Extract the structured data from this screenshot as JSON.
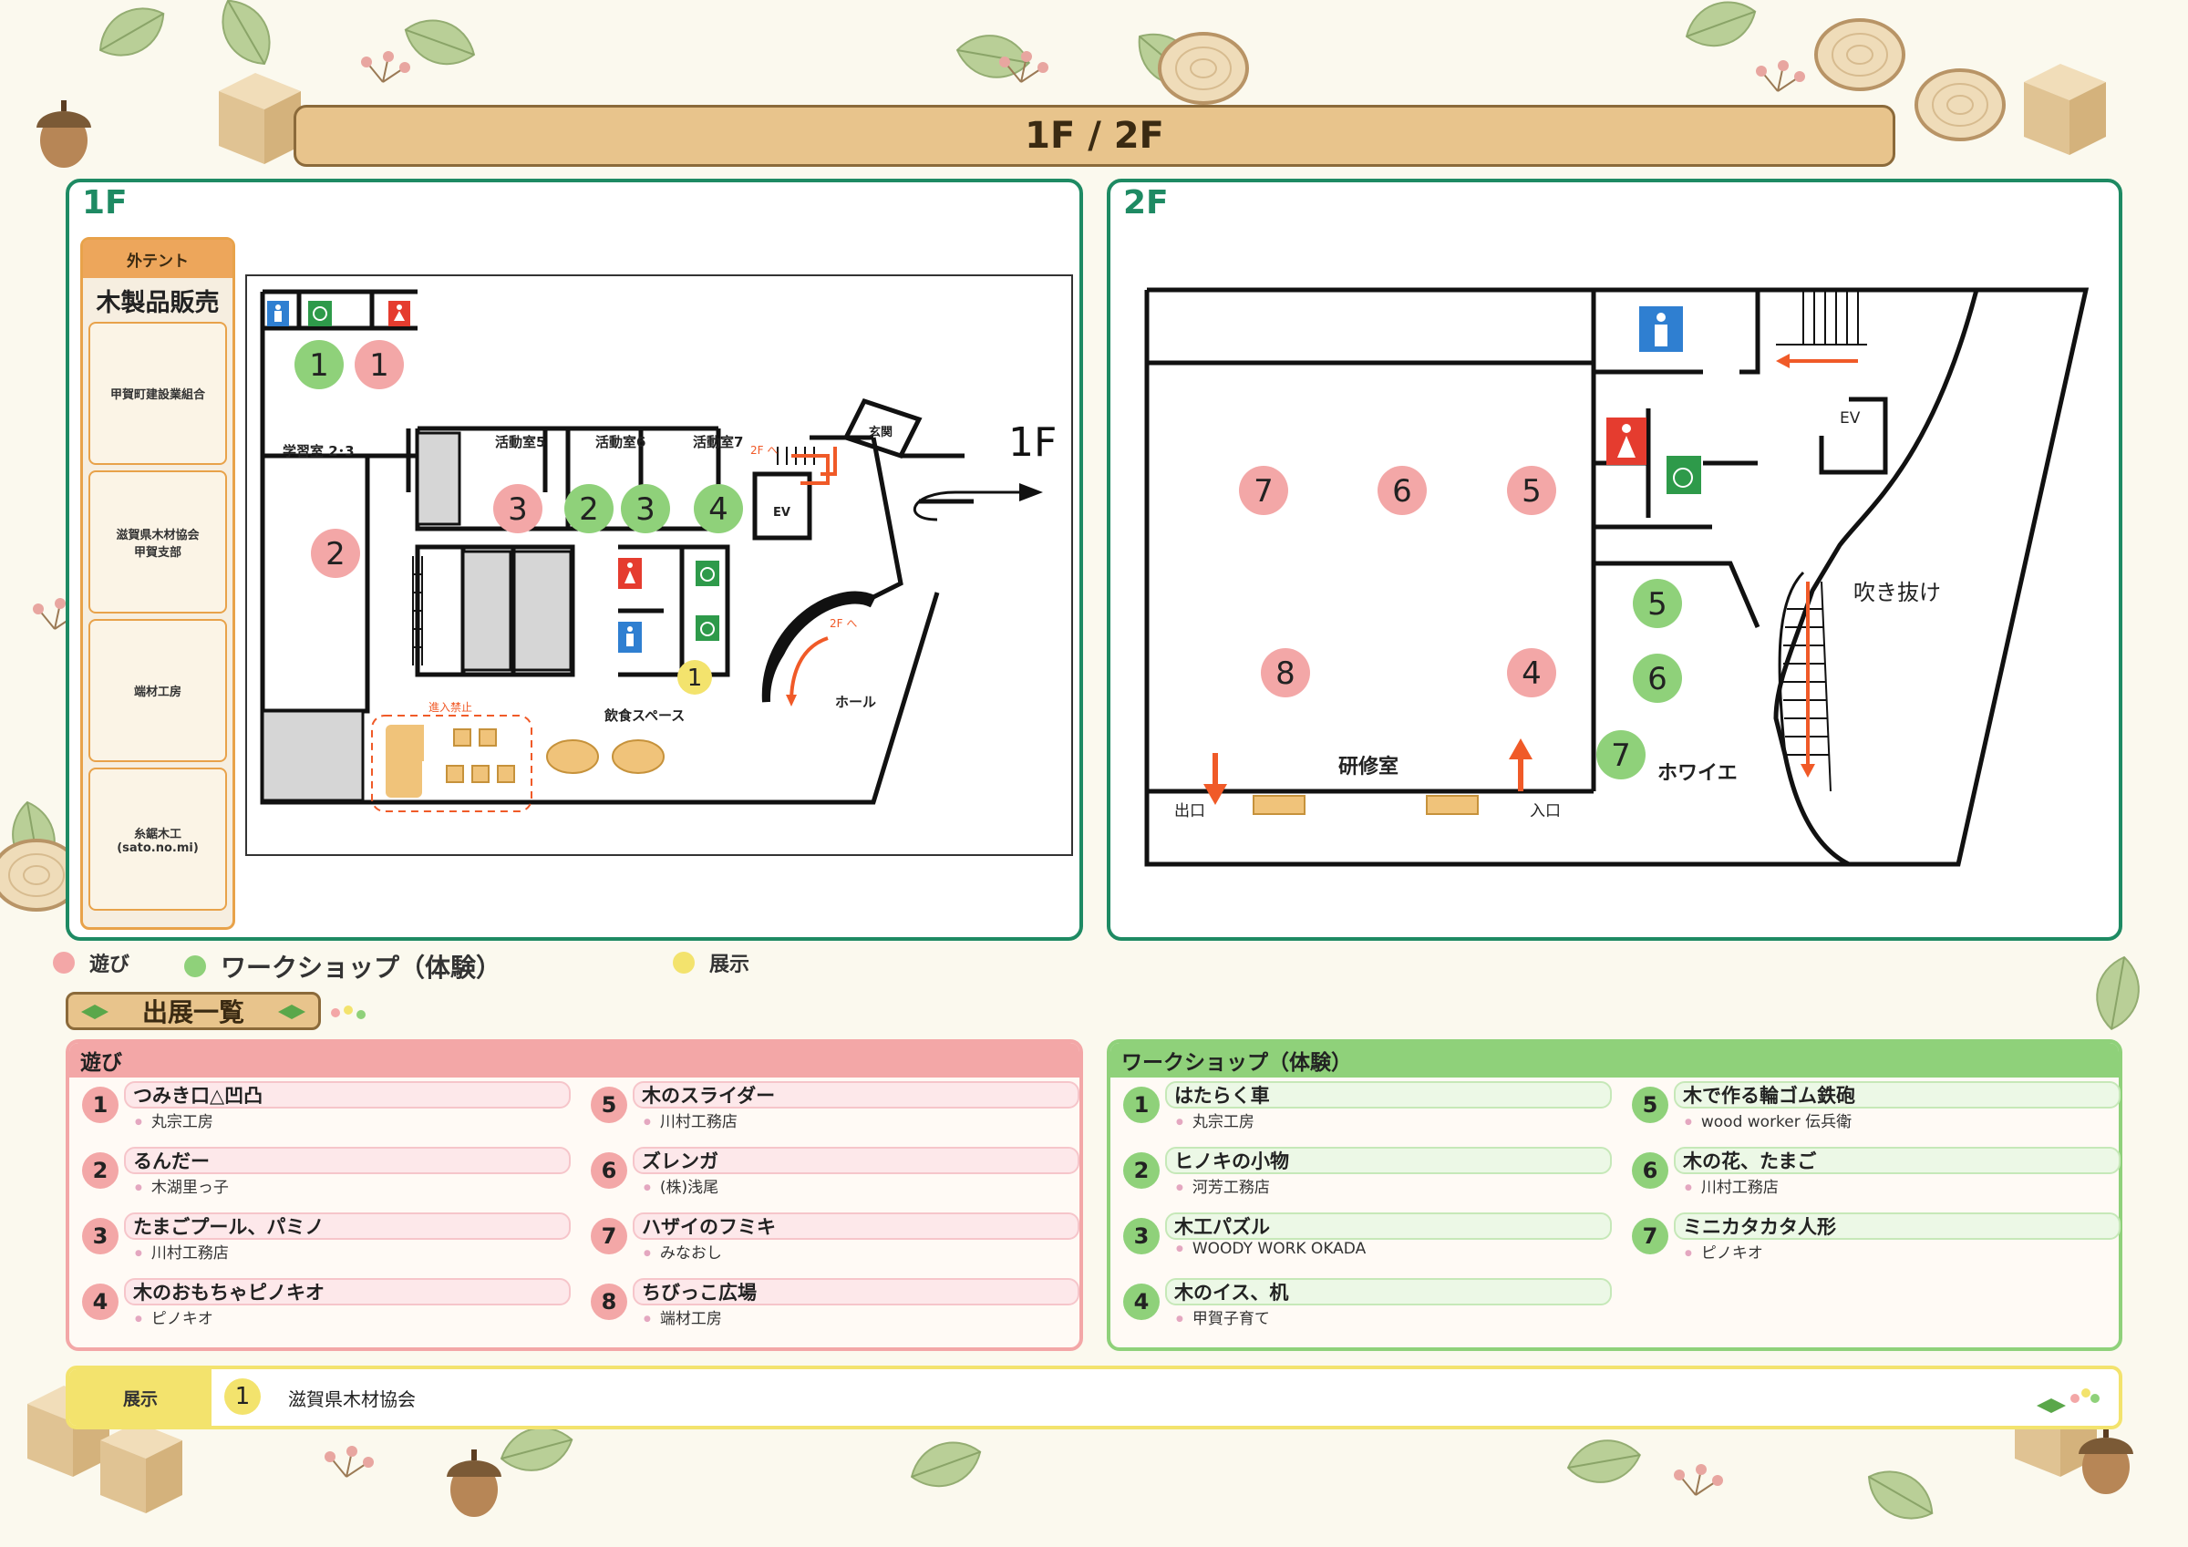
{
  "title": "1F / 2F",
  "floor1": {
    "label": "1F",
    "tent": {
      "header": "外テント",
      "title": "木製品販売",
      "slots": [
        "甲賀町建設業組合",
        "滋賀県木材協会\n甲賀支部",
        "端材工房",
        "糸鋸木工\n(sato.no.mi)"
      ]
    },
    "map": {
      "room_study": "学習室 2･3",
      "room_act5": "活動室5",
      "room_act6": "活動室6",
      "room_act7": "活動室7",
      "entrance": "玄関",
      "floor_mark": "1F",
      "ev": "EV",
      "to_2f_a": "2F へ",
      "to_2f_b": "2F へ",
      "hall": "ホール",
      "dining": "飲食スペース",
      "no_entry": "進入禁止"
    },
    "markers": {
      "pink_toilet": "1",
      "green_toilet": "1",
      "study": "2",
      "act5": "3",
      "act6a": "2",
      "act6b": "3",
      "act7": "4",
      "yellow": "1"
    }
  },
  "floor2": {
    "label": "2F",
    "map": {
      "ev": "EV",
      "atrium": "吹き抜け",
      "training_room": "研修室",
      "exit": "出口",
      "entry": "入口",
      "foyer": "ホワイエ"
    },
    "markers": {
      "p7": "7",
      "p6": "6",
      "p5": "5",
      "p8": "8",
      "p4": "4",
      "g5": "5",
      "g6": "6",
      "g7": "7"
    }
  },
  "legend": {
    "play": "遊び",
    "workshop": "ワークショップ（体験）",
    "display": "展示"
  },
  "exhibitor_heading": "出展一覧",
  "play_list": {
    "header": "遊び",
    "items": [
      {
        "num": "1",
        "name": "つみき口△凹凸",
        "org": "丸宗工房"
      },
      {
        "num": "2",
        "name": "るんだー",
        "org": "木湖里っ子"
      },
      {
        "num": "3",
        "name": "たまごプール、パミノ",
        "org": "川村工務店"
      },
      {
        "num": "4",
        "name": "木のおもちゃピノキオ",
        "org": "ピノキオ"
      },
      {
        "num": "5",
        "name": "木のスライダー",
        "org": "川村工務店"
      },
      {
        "num": "6",
        "name": "ズレンガ",
        "org": "(株)浅尾"
      },
      {
        "num": "7",
        "name": "ハザイのフミキ",
        "org": "みなおし"
      },
      {
        "num": "8",
        "name": "ちびっこ広場",
        "org": "端材工房"
      }
    ]
  },
  "workshop_list": {
    "header": "ワークショップ（体験）",
    "items": [
      {
        "num": "1",
        "name": "はたらく車",
        "org": "丸宗工房"
      },
      {
        "num": "2",
        "name": "ヒノキの小物",
        "org": "河芳工務店"
      },
      {
        "num": "3",
        "name": "木工パズル",
        "org": "WOODY WORK OKADA"
      },
      {
        "num": "4",
        "name": "木のイス、机",
        "org": "甲賀子育て"
      },
      {
        "num": "5",
        "name": "木で作る輪ゴム鉄砲",
        "org": "wood worker 伝兵衛"
      },
      {
        "num": "6",
        "name": "木の花、たまご",
        "org": "川村工務店"
      },
      {
        "num": "7",
        "name": "ミニカタカタ人形",
        "org": "ピノキオ"
      }
    ]
  },
  "display_bar": {
    "label": "展示",
    "num": "1",
    "name": "滋賀県木材協会"
  },
  "colors": {
    "pink": "#f3a7a7",
    "green": "#8fd17a",
    "yellow": "#f3e36d",
    "panel_border": "#1e8a63",
    "banner": "#e8c48c",
    "red_arrow": "#f05a28"
  },
  "icons": [
    "leaf-icon",
    "acorn-icon",
    "wood-block-icon",
    "wood-slice-icon",
    "berry-icon",
    "male-toilet-icon",
    "female-toilet-icon",
    "wheelchair-icon",
    "arrow-icon"
  ]
}
